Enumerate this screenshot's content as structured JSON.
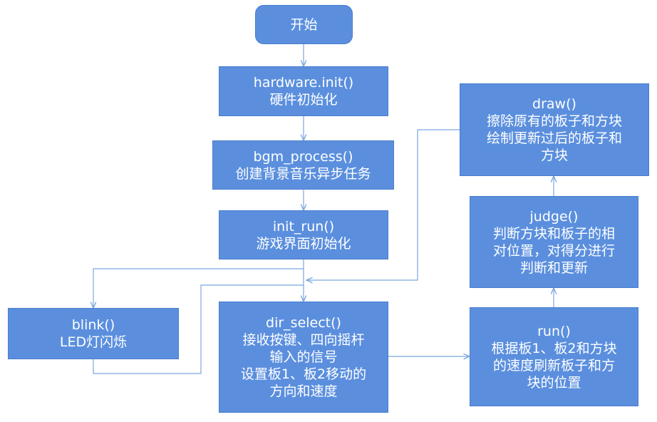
{
  "colors": {
    "node_fill": "#5b8fde",
    "connector": "#7aa7e0",
    "text": "#ffffff"
  },
  "nodes": {
    "start": {
      "lines": [
        "开始"
      ]
    },
    "hw_init": {
      "lines": [
        "hardware.init()",
        "硬件初始化"
      ]
    },
    "bgm": {
      "lines": [
        "bgm_process()",
        "创建背景音乐异步任务"
      ]
    },
    "init_run": {
      "lines": [
        "init_run()",
        "游戏界面初始化"
      ]
    },
    "blink": {
      "lines": [
        "blink()",
        "LED灯闪烁"
      ]
    },
    "dir_select": {
      "lines": [
        "dir_select()",
        "接收按键、四向摇杆",
        "输入的信号",
        "设置板1、板2移动的",
        "方向和速度"
      ]
    },
    "run": {
      "lines": [
        "run()",
        "根据板1、板2和方块",
        "的速度刷新板子和方",
        "块的位置"
      ]
    },
    "judge": {
      "lines": [
        "judge()",
        "判断方块和板子的相",
        "对位置，对得分进行",
        "判断和更新"
      ]
    },
    "draw": {
      "lines": [
        "draw()",
        "擦除原有的板子和方块",
        "绘制更新过后的板子和",
        "方块"
      ]
    }
  }
}
